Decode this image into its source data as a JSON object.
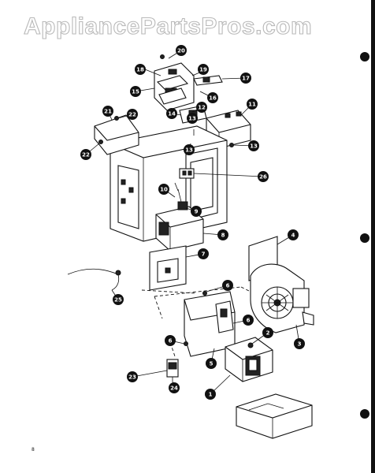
{
  "watermark": "AppliancePartsPros.com",
  "page_marker": "8",
  "callouts": [
    "1",
    "2",
    "3",
    "4",
    "5",
    "6",
    "6",
    "6",
    "7",
    "8",
    "9",
    "10",
    "11",
    "12",
    "13",
    "13",
    "13",
    "14",
    "15",
    "16",
    "17",
    "18",
    "19",
    "20",
    "21",
    "22",
    "22",
    "23",
    "24",
    "25",
    "26"
  ]
}
